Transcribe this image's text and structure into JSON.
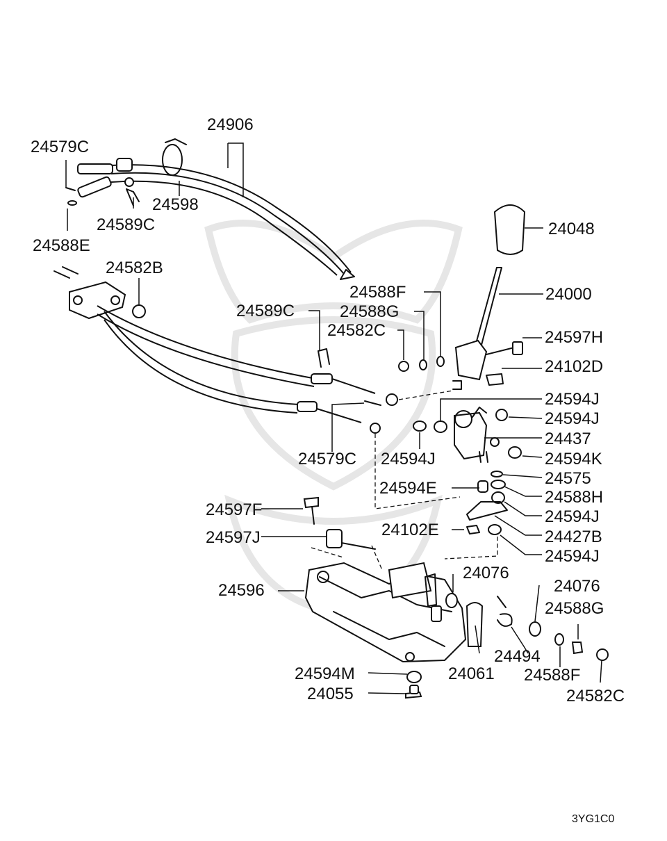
{
  "diagram_code": "3YG1C0",
  "labels": {
    "l24906": "24906",
    "l24579C_a": "24579C",
    "l24598": "24598",
    "l24589C_a": "24589C",
    "l24588E": "24588E",
    "l24582B": "24582B",
    "l24048": "24048",
    "l24588F_a": "24588F",
    "l24000": "24000",
    "l24588G_a": "24588G",
    "l24589C_b": "24589C",
    "l24582C_a": "24582C",
    "l24597H": "24597H",
    "l24102D": "24102D",
    "l24594J_a": "24594J",
    "l24594J_b": "24594J",
    "l24437": "24437",
    "l24579C_b": "24579C",
    "l24594J_c": "24594J",
    "l24594K": "24594K",
    "l24575": "24575",
    "l24594E": "24594E",
    "l24588H": "24588H",
    "l24597F": "24597F",
    "l24594J_d": "24594J",
    "l24102E": "24102E",
    "l24427B": "24427B",
    "l24597J": "24597J",
    "l24594J_e": "24594J",
    "l24076_a": "24076",
    "l24076_b": "24076",
    "l24596": "24596",
    "l24588G_b": "24588G",
    "l24494": "24494",
    "l24061": "24061",
    "l24588F_b": "24588F",
    "l24594M": "24594M",
    "l24055": "24055",
    "l24582C_b": "24582C"
  }
}
